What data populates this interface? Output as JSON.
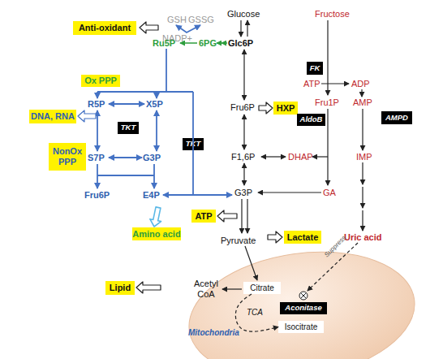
{
  "diagram": {
    "nodes": [
      {
        "text": [
          "Anti-oxidant"
        ]
      },
      {
        "text": [
          "FK"
        ]
      },
      {
        "text": [
          "Ox PPP"
        ]
      },
      {
        "text": [
          "HXP"
        ]
      },
      {
        "text": [
          "AldoB"
        ]
      },
      {
        "text": [
          "DNA, RNA"
        ]
      },
      {
        "text": [
          "AMPD"
        ]
      },
      {
        "text": [
          "TKT"
        ]
      },
      {
        "text": [
          "NonOx PPP"
        ]
      },
      {
        "text": [
          "TKT"
        ]
      },
      {
        "text": [
          "ATP"
        ]
      },
      {
        "text": [
          "Amino acid"
        ]
      },
      {
        "text": [
          "Lactate"
        ]
      },
      {
        "text": [
          "Lipid"
        ]
      },
      {
        "text": [
          "Mitochondria"
        ]
      },
      {
        "text": [
          "Citrate"
        ],
        "in": 14
      },
      {
        "text": [
          "Aconitase"
        ],
        "in": 14
      },
      {
        "text": [
          "Isocitrate"
        ],
        "in": 14
      }
    ],
    "edges": [
      {
        "from": 15,
        "to": 17,
        "arrow": "to"
      }
    ],
    "labels": [
      "GSH",
      "GSSG",
      "Glucose",
      "Fructose",
      "NADP+",
      "Ru5P",
      "6PG",
      "Glc6P",
      "ATP",
      "ADP",
      "R5P",
      "X5P",
      "Fru1P",
      "AMP",
      "Fru6P",
      "S7P",
      "G3P",
      "F1,6P",
      "DHAP",
      "IMP",
      "GA",
      "Fru6P",
      "E4P",
      "G3P",
      "Pyruvate",
      "Uric acid",
      "Suppress",
      "Acetyl CoA",
      "TCA"
    ]
  }
}
